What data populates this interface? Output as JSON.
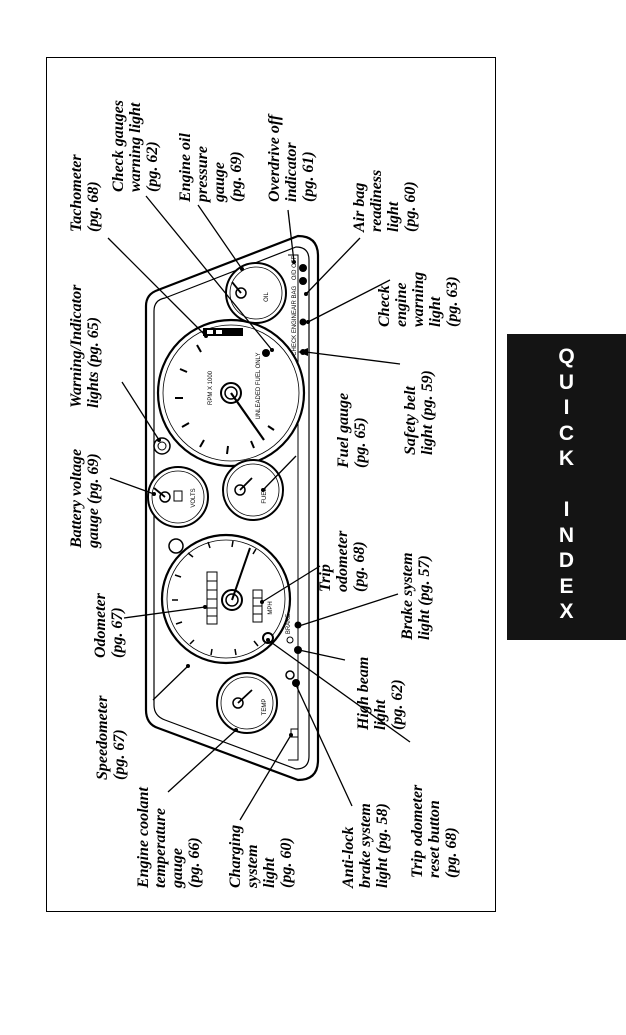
{
  "quick_index_tab": {
    "text": "QUICK INDEX",
    "letters": [
      "Q",
      "U",
      "I",
      "C",
      "K",
      "",
      "I",
      "N",
      "D",
      "E",
      "X"
    ]
  },
  "labels": {
    "tachometer": [
      "Tachometer",
      "(pg. 68)"
    ],
    "check_gauges": [
      "Check gauges",
      "warning light",
      "(pg. 62)"
    ],
    "oil_pressure": [
      "Engine oil",
      "pressure",
      "gauge",
      "(pg. 69)"
    ],
    "overdrive": [
      "Overdrive off",
      "indicator",
      "(pg. 61)"
    ],
    "air_bag": [
      "Air bag",
      "readiness",
      "light",
      "(pg. 60)"
    ],
    "warning_indicator": [
      "Warning/Indicator",
      "lights (pg. 65)"
    ],
    "check_engine": [
      "Check",
      "engine",
      "warning",
      "light",
      "(pg. 63)"
    ],
    "battery": [
      "Battery voltage",
      "gauge (pg. 69)"
    ],
    "fuel": [
      "Fuel gauge",
      "(pg. 65)"
    ],
    "safety_belt": [
      "Safety belt",
      "light (pg. 59)"
    ],
    "odometer": [
      "Odometer",
      "(pg. 67)"
    ],
    "trip_odometer": [
      "Trip",
      "odometer",
      "(pg. 68)"
    ],
    "brake": [
      "Brake system",
      "light (pg. 57)"
    ],
    "speedometer": [
      "Speedometer",
      "(pg. 67)"
    ],
    "high_beam": [
      "High beam",
      "light",
      "(pg. 62)"
    ],
    "coolant": [
      "Engine coolant",
      "temperature",
      "gauge",
      "(pg. 66)"
    ],
    "charging": [
      "Charging",
      "system",
      "light",
      "(pg. 60)"
    ],
    "antilock": [
      "Anti-lock",
      "brake system",
      "light  (pg. 58)"
    ],
    "trip_reset": [
      "Trip odometer",
      "reset button",
      "(pg. 68)"
    ]
  },
  "cluster_text": {
    "tach_units": "RPM X 1000",
    "unleaded": "UNLEADED FUEL ONLY",
    "speed_units": "MPH",
    "volts": "VOLTS",
    "oil": "OIL",
    "fuel": "FUEL",
    "temp": "TEMP",
    "check_engine_tag": "CHECK ENGINE",
    "air_bag_tag": "AIR BAG",
    "od_off_tag": "O/D OFF",
    "brake_tag": "BRAKE"
  }
}
